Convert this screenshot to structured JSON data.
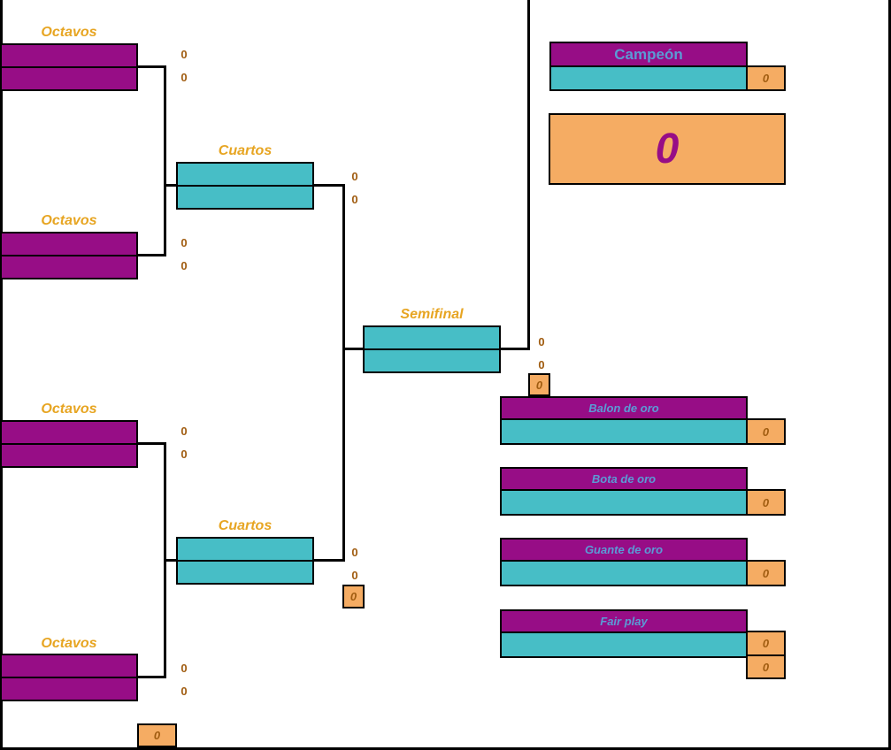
{
  "colors": {
    "purple": "#970D86",
    "teal": "#47BEC6",
    "orange": "#F5AC63",
    "gold_label": "#E7A522",
    "score_text": "#A05C10",
    "light_blue_text": "#5B9BD5",
    "line": "#000000"
  },
  "round_labels": {
    "octavos": "Octavos",
    "cuartos": "Cuartos",
    "semifinal": "Semifinal"
  },
  "octavos_matches": [
    {
      "score1": "0",
      "score2": "0"
    },
    {
      "score1": "0",
      "score2": "0"
    },
    {
      "score1": "0",
      "score2": "0"
    },
    {
      "score1": "0",
      "score2": "0"
    }
  ],
  "cuartos_matches": [
    {
      "score1": "0",
      "score2": "0"
    },
    {
      "score1": "0",
      "score2": "0",
      "tiebreak": "0"
    }
  ],
  "semifinal_match": {
    "score1": "0",
    "score2": "0",
    "tiebreak": "0"
  },
  "bottom_left_value": "0",
  "champion": {
    "label": "Campeón",
    "score": "0",
    "big_value": "0"
  },
  "awards": [
    {
      "label": "Balon de oro",
      "value": "0"
    },
    {
      "label": "Bota de oro",
      "value": "0"
    },
    {
      "label": "Guante de oro",
      "value": "0"
    },
    {
      "label": "Fair play",
      "value": "0",
      "value2": "0"
    }
  ]
}
